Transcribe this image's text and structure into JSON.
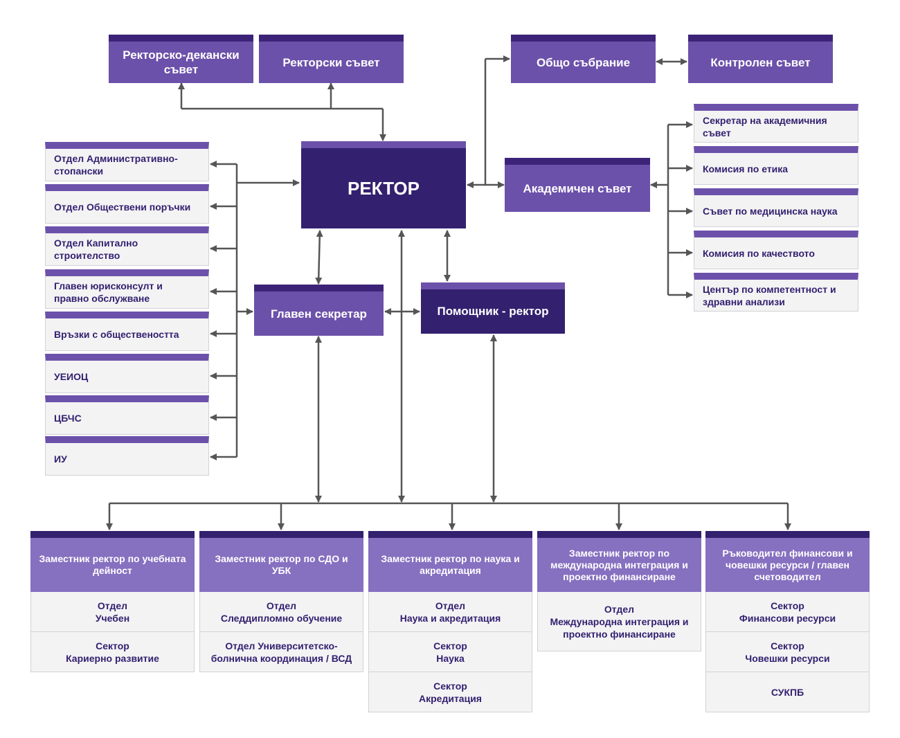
{
  "rector": "РЕКТОР",
  "top": {
    "rector_dean_council": "Ректорско-декански съвет",
    "rector_council": "Ректорски съвет",
    "general_assembly": "Общо събрание",
    "control_council": "Контролен съвет"
  },
  "academic_council": "Академичен съвет",
  "chief_secretary": "Главен секретар",
  "assistant_rector": "Помощник - ректор",
  "left_units": [
    "Отдел Административно-стопански",
    "Отдел Обществени поръчки",
    "Отдел Капитално строителство",
    "Главен юрисконсулт и правно обслужване",
    "Връзки с обществеността",
    "УЕИОЦ",
    "ЦБЧС",
    "ИУ"
  ],
  "right_units": [
    "Секретар на академичния съвет",
    "Комисия по етика",
    "Съвет по медицинска наука",
    "Комисия по качеството",
    "Център по компетентност и здравни анализи"
  ],
  "bottom": [
    {
      "head": "Заместник ректор по учебната дейност",
      "cells": [
        "Отдел\nУчебен",
        "Сектор\nКариерно развитие"
      ]
    },
    {
      "head": "Заместник ректор по СДО и УБК",
      "cells": [
        "Отдел\nСледдипломно обучение",
        "Отдел Университетско-болнична координация / ВСД"
      ]
    },
    {
      "head": "Заместник ректор по наука и акредитация",
      "cells": [
        "Отдел\nНаука и акредитация",
        "Сектор\nНаука",
        "Сектор\nАкредитация"
      ]
    },
    {
      "head": "Заместник ректор по международна интеграция и проектно финансиране",
      "cells": [
        "Отдел\nМеждународна интеграция и проектно финансиране"
      ]
    },
    {
      "head": "Ръководител финансови и човешки ресурси / главен счетоводител",
      "cells": [
        "Сектор\nФинансови ресурси",
        "Сектор\nЧовешки ресурси",
        "СУКПБ"
      ]
    }
  ]
}
